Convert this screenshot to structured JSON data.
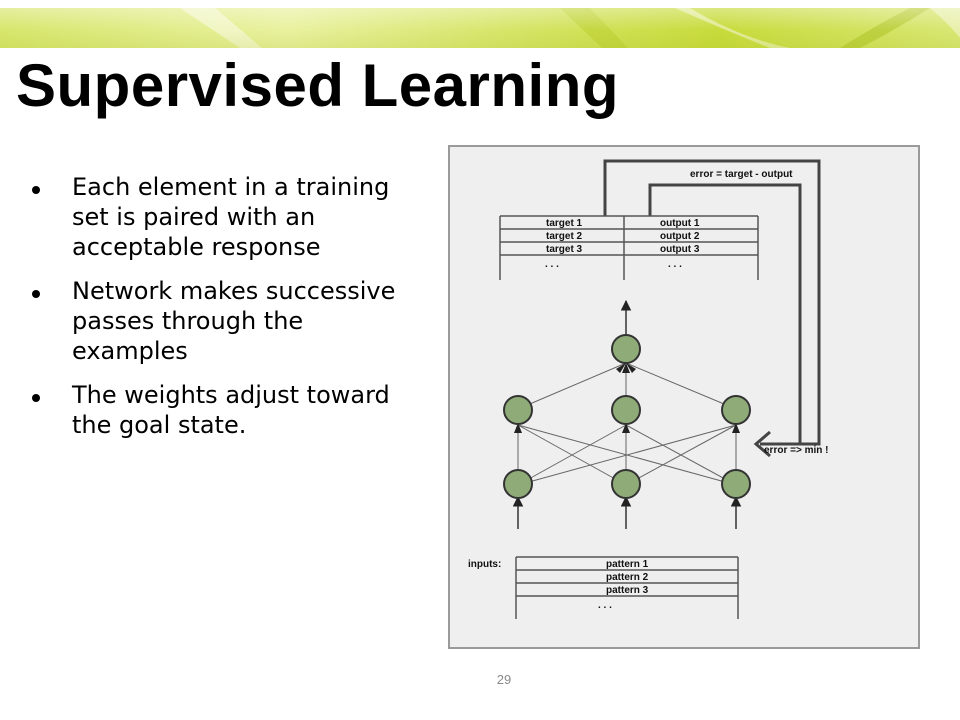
{
  "slide": {
    "title": "Supervised Learning",
    "page_number": "29",
    "bullets": [
      "Each element in a training set is paired with an acceptable response",
      "Network makes successive passes through the examples",
      "The weights adjust toward the goal state."
    ]
  },
  "diagram": {
    "error_label": "error = target - output",
    "min_label": "error => min !",
    "targets": [
      "target 1",
      "target 2",
      "target 3"
    ],
    "outputs": [
      "output 1",
      "output 2",
      "output 3"
    ],
    "ellipsis": ". . .",
    "inputs_label": "inputs:",
    "patterns": [
      "pattern 1",
      "pattern 2",
      "pattern 3"
    ],
    "node_color": "#8fac78",
    "frame_bg": "#efefef"
  }
}
